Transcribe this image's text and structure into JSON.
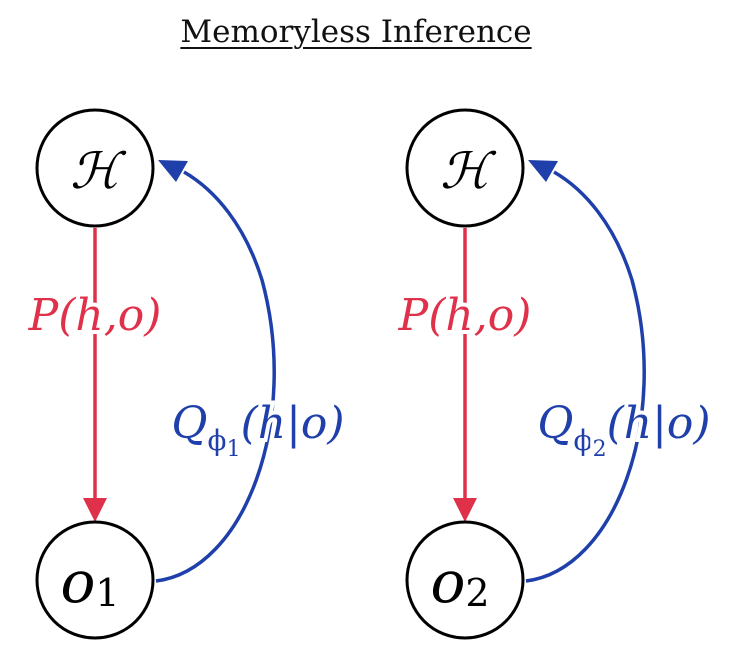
{
  "title": "Memoryless Inference",
  "colors": {
    "node_stroke": "#000000",
    "generative_arrow": "#e0314b",
    "inference_arrow": "#1f3faa",
    "background": "#ffffff"
  },
  "panels": [
    {
      "hidden_node": {
        "label": "ℋ"
      },
      "observation_node": {
        "label_main": "o",
        "label_sub": "1"
      },
      "generative_label": "P(h,o)",
      "inference_label": {
        "main": "Q",
        "sub_phi": "ϕ",
        "sub_index": "1",
        "args": "(h|o)"
      }
    },
    {
      "hidden_node": {
        "label": "ℋ"
      },
      "observation_node": {
        "label_main": "o",
        "label_sub": "2"
      },
      "generative_label": "P(h,o)",
      "inference_label": {
        "main": "Q",
        "sub_phi": "ϕ",
        "sub_index": "2",
        "args": "(h|o)"
      }
    }
  ]
}
